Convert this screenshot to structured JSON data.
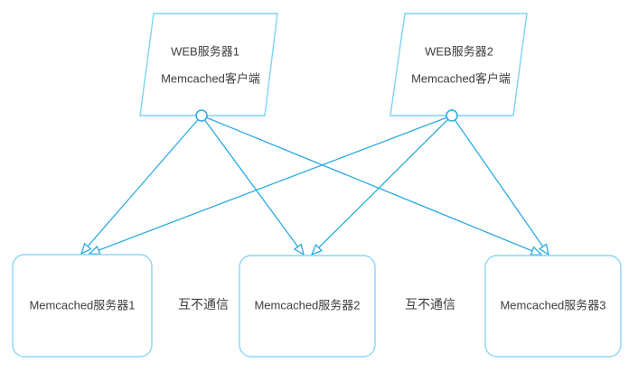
{
  "diagram": {
    "web_servers": [
      {
        "line1": "WEB服务器1",
        "line2": "Memcached客户端"
      },
      {
        "line1": "WEB服务器2",
        "line2": "Memcached客户端"
      }
    ],
    "memcached_servers": [
      {
        "label": "Memcached服务器1"
      },
      {
        "label": "Memcached服务器2"
      },
      {
        "label": "Memcached服务器3"
      }
    ],
    "annotations": [
      {
        "label": "互不通信"
      },
      {
        "label": "互不通信"
      }
    ],
    "colors": {
      "connector": "#29ABE2",
      "parallelogram_border": "#7DD4F2",
      "node_border": "#8BD5F5",
      "text": "#3d3d3d",
      "background": "#ffffff"
    }
  }
}
